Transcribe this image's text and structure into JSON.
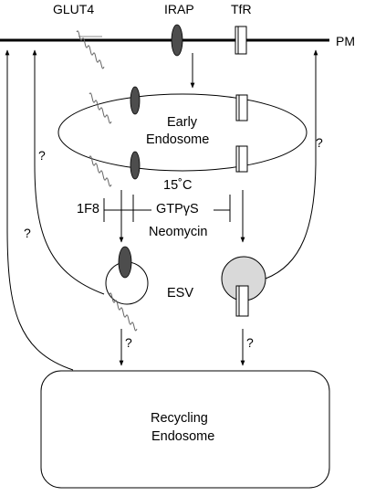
{
  "labels": {
    "glut4": "GLUT4",
    "irap": "IRAP",
    "tfr": "TfR",
    "pm": "PM",
    "early_endosome_line1": "Early",
    "early_endosome_line2": "Endosome",
    "inhibitor_1f8": "1F8",
    "temp_15c": "15˚C",
    "gtpgs": "GTPγS",
    "neomycin": "Neomycin",
    "esv": "ESV",
    "recycling_line1": "Recycling",
    "recycling_line2": "Endosome",
    "unknown_mark": "?"
  },
  "colors": {
    "irap_fill": "#4d4d4d",
    "esv_tfr_vesicle_fill": "#d9d9d9",
    "line": "#000000"
  }
}
